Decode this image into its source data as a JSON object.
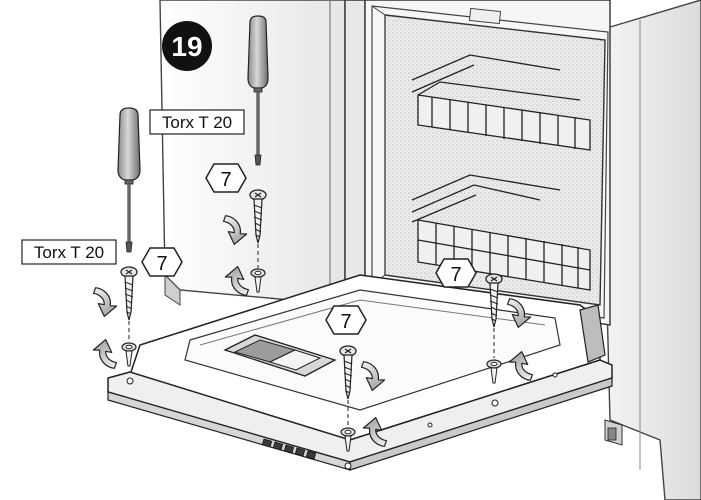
{
  "step": {
    "number": "19"
  },
  "tool_labels": [
    {
      "text": "Torx T 20"
    },
    {
      "text": "Torx T 20"
    }
  ],
  "callouts": [
    {
      "text": "7"
    },
    {
      "text": "7"
    },
    {
      "text": "7"
    },
    {
      "text": "7"
    }
  ],
  "icons": {
    "screwdriver": "screwdriver-icon",
    "screw": "screw-icon",
    "arrow": "curved-arrow-icon"
  }
}
